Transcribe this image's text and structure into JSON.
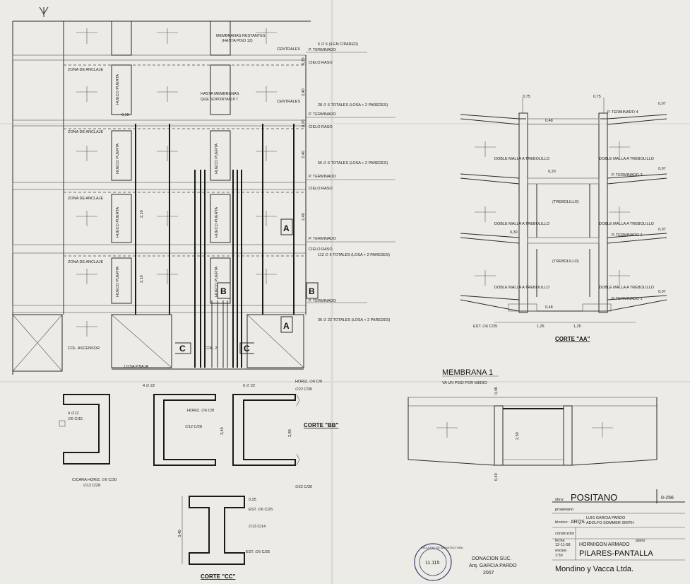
{
  "elevation": {
    "floor_notes": [
      "MEMBRANAS RESTANTES",
      "(HASTA PISO 12)",
      "HASTA MEMBRANAS",
      "QUE SOPORTAN P.7"
    ],
    "zona": "ZONA DE ANCLAJE",
    "hueco": "HUECO PUERTA",
    "col_ascensor": "COL. ASCENSOR",
    "losa_baja": "LOSA P.BAJA",
    "col": "COL. 2",
    "right_labels": [
      "P. TERMINADO",
      "CIELO RASO",
      "P. TERMINADO",
      "CIELO RASO",
      "P. TERMINADO",
      "CIELO RASO",
      "P. TERMINADO",
      "CIELO RASO",
      "P. TERMINADO"
    ],
    "rebar_notes": [
      "6 ∅ 6 (4 EN C/PARED)",
      "28 ∅ 6 TOTALES (LOSA + 2 PAREDES)",
      "56 ∅ 6 TOTALES (LOSA + 2 PAREDES)",
      "112 ∅ 6 TOTALES (LOSA + 2 PAREDES)",
      "36 ∅ 22 TOTALES (LOSA + 2 PAREDES)"
    ],
    "centrales": "CENTRALES",
    "section_marks": [
      "A",
      "B",
      "B",
      "A",
      "C",
      "C"
    ],
    "dims": [
      "2,40",
      "2,40",
      "2,40",
      "2,10",
      "2,10",
      "0,10",
      "0,35",
      "0,20"
    ]
  },
  "corte_aa": {
    "title": "CORTE \"AA\"",
    "labels": [
      "P. TERMINADO 4",
      "P. TERMINADO 3",
      "P. TERMINADO 2",
      "P. TERMINADO 1",
      "DOBLE MALLA A TREBOLILLO",
      "(TREBOLILLO)",
      "EST. ∅6 C/25"
    ],
    "dims": [
      "0,75",
      "0,75",
      "0,07",
      "0,48",
      "0,20",
      "0,30",
      "1,25",
      "1,25"
    ]
  },
  "membrana": {
    "title": "MEMBRANA 1",
    "subtitle": "VA UN PISO POR MEDIO",
    "dims": [
      "0,46",
      "2,50",
      "0,40"
    ]
  },
  "corte_bb": {
    "title": "CORTE \"BB\"",
    "labels": [
      "4 ∅ 22",
      "6 ∅ 22",
      "HORIZ. ∅6 C/8",
      "∅12 C/28",
      "∅22 C/30",
      "3,40",
      "2,80"
    ]
  },
  "corte_cc": {
    "title": "CORTE \"CC\"",
    "labels": [
      "0,25",
      "EST. ∅6 C/25",
      "∅13 C/14",
      "EST. ∅6 C/25",
      "3,40"
    ]
  },
  "left_section": {
    "labels": [
      "4 ∅12",
      "∅6 C/15",
      "C/CARA HORIZ. ∅6 C/30",
      "∅12 C/28"
    ]
  },
  "title_block": {
    "obra_label": "obra:",
    "obra": "POSITANO",
    "number": "0-256",
    "propietario_label": "propietario",
    "tecnico_label": "técnico:",
    "arqs": "ARQS.",
    "names_1": "LUIS GARCIA PARDO",
    "names_2": "ADOLFO SOMMER SMITH",
    "constructor_label": "constructor",
    "fecha_label": "fecha",
    "fecha": "12-11-58",
    "plano_label": "plano",
    "escala_label": "escala",
    "escala": "1:50",
    "subject_1": "HORMIGON ARMADO",
    "subject_2": "PILARES-PANTALLA",
    "firm": "Mondino y Vacca Ltda."
  },
  "donation": {
    "line1": "DONACION SUC.",
    "line2": "Arq. GARCIA PARDO",
    "line3": "2007"
  },
  "stamp": {
    "text": "FACULTAD DE ARQUITECTURA",
    "code": "11.115"
  }
}
